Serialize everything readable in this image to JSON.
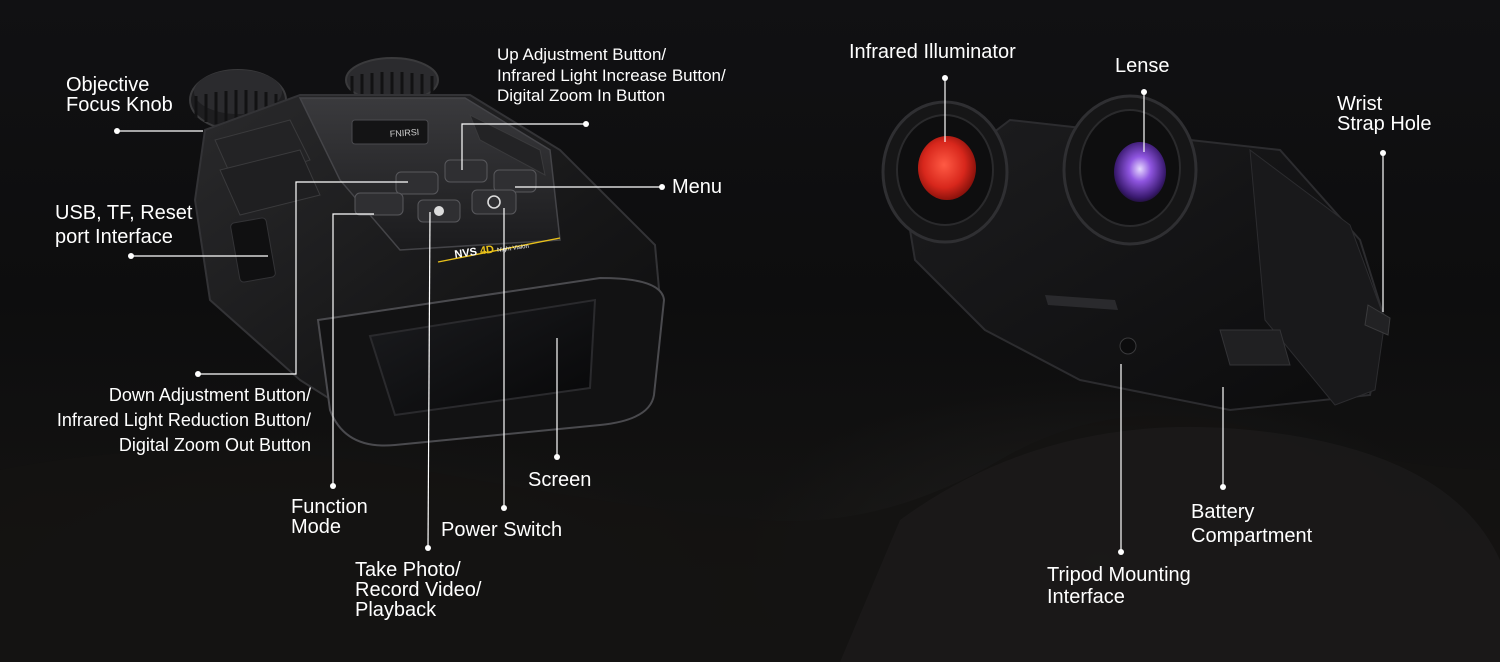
{
  "left_device": {
    "brand": "FNIRSI",
    "model": "NVS",
    "model_suffix": "4D",
    "model_tagline": "Night Vision"
  },
  "callouts": {
    "objective_focus_knob": [
      "Objective",
      "Focus Knob"
    ],
    "usb_tf_reset": [
      "USB, TF, Reset",
      "port Interface"
    ],
    "up_adjustment": [
      "Up Adjustment Button/",
      "Infrared Light Increase Button/",
      "Digital Zoom In Button"
    ],
    "menu": [
      "Menu"
    ],
    "down_adjustment": [
      "Down Adjustment Button/",
      "Infrared Light Reduction Button/",
      "Digital Zoom Out Button"
    ],
    "function_mode": [
      "Function",
      "Mode"
    ],
    "screen": [
      "Screen"
    ],
    "power_switch": [
      "Power Switch"
    ],
    "take_photo": [
      "Take Photo/",
      "Record Video/",
      "Playback"
    ],
    "infrared_illuminator": [
      "Infrared Illuminator"
    ],
    "lense": [
      "Lense"
    ],
    "wrist_strap_hole": [
      "Wrist",
      "Strap Hole"
    ],
    "battery_compartment": [
      "Battery",
      "Compartment"
    ],
    "tripod_mounting": [
      "Tripod Mounting",
      "Interface"
    ]
  },
  "colors": {
    "callout": "#ffffff",
    "ir_lens": "#d8271c",
    "main_lens": "#7a3fd0",
    "accent": "#e8c01a"
  }
}
